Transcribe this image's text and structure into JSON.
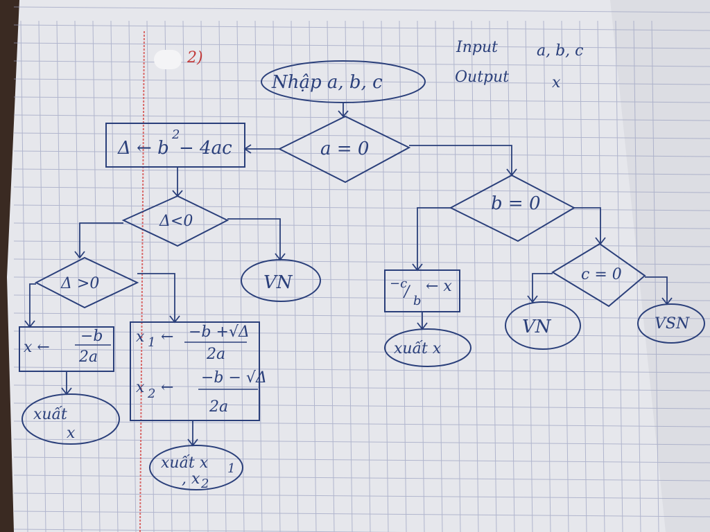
{
  "header": {
    "problem_number": "2)",
    "input_label": "Input",
    "input_vars": "a, b, c",
    "output_label": "Output",
    "output_var": "x"
  },
  "nodes": {
    "start": "Nhập a, b, c",
    "cond_a": "a = 0",
    "delta_calc_lhs": "Δ ← b",
    "delta_calc_sup": "2",
    "delta_calc_rhs": "− 4ac",
    "cond_delta_lt0": "Δ<0",
    "vn_left": "VN",
    "cond_delta_gt0": "Δ >0",
    "double_root_lhs": "x ←",
    "double_root_num": "−b",
    "double_root_den": "2a",
    "out_double": "xuất",
    "out_double_var": "x",
    "x1_lhs": "x",
    "x1_sub": "1",
    "x1_arrow": "←",
    "x1_num": "−b +√Δ",
    "x1_den": "2a",
    "x2_lhs": "x",
    "x2_sub": "2",
    "x2_arrow": "←",
    "x2_num": "−b − √Δ",
    "x2_den": "2a",
    "out_two": "xuất x",
    "out_two_sub": "1",
    "out_two_tail": ", x",
    "out_two_sub2": "2",
    "cond_b": "b = 0",
    "linear_num": "−c",
    "linear_den": "b",
    "linear_arrow": "← x",
    "out_linear": "xuất x",
    "cond_c": "c = 0",
    "vn_right": "VN",
    "vsn": "VSN"
  },
  "colors": {
    "ink": "#2a3f7a",
    "paper": "#e9e9ee",
    "grid": "#8f95b8",
    "margin": "#d86a6a"
  }
}
